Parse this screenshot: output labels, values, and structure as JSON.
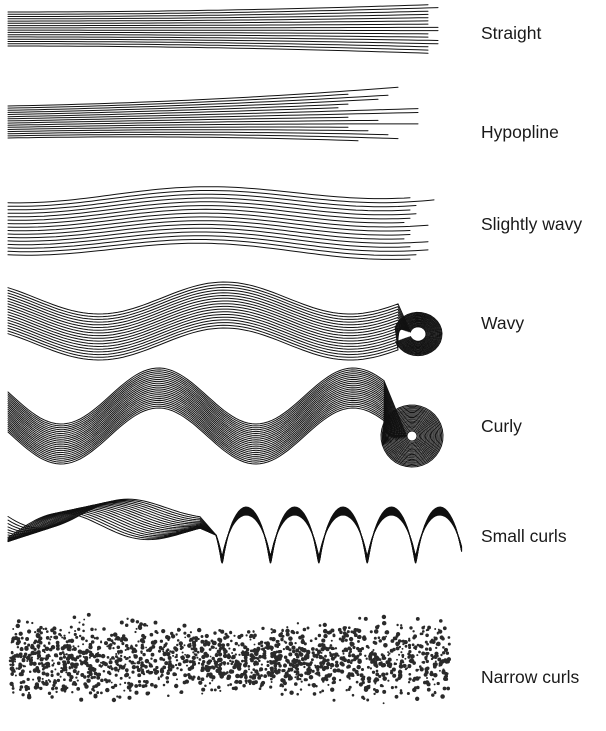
{
  "rows": [
    {
      "id": "straight",
      "label": "Straight"
    },
    {
      "id": "hypopline",
      "label": "Hypopline"
    },
    {
      "id": "slightly-wavy",
      "label": "Slightly wavy"
    },
    {
      "id": "wavy",
      "label": "Wavy"
    },
    {
      "id": "curly",
      "label": "Curly"
    },
    {
      "id": "small-curls",
      "label": "Small curls"
    },
    {
      "id": "narrow-curls",
      "label": "Narrow curls"
    }
  ],
  "colors": {
    "stroke": "#111111",
    "text": "#1a1a1a",
    "background": "#ffffff"
  }
}
